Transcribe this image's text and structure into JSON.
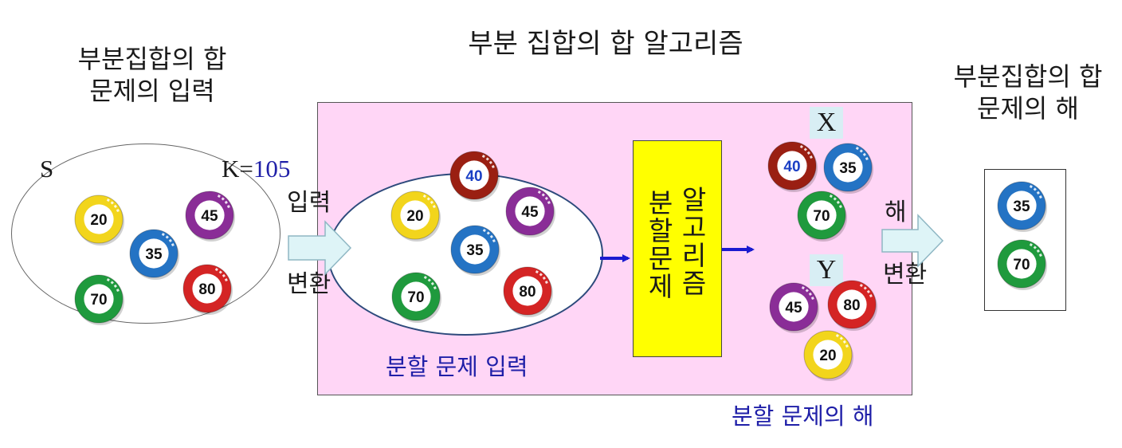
{
  "title": "부분 집합의 합  알고리즘",
  "input_label": [
    "부분집합의 합",
    "문제의 입력"
  ],
  "output_label": [
    "부분집합의 합",
    "문제의 해"
  ],
  "set_label": "S",
  "k_label": "K=",
  "k_value": "105",
  "arrow_in_labels": [
    "입력",
    "변환"
  ],
  "arrow_out_labels": [
    "해",
    "변환"
  ],
  "sub_input_label": "분할 문제 입력",
  "sub_output_label": "분할 문제의 해",
  "algo_label_left": [
    "분",
    "할",
    "문",
    "제"
  ],
  "algo_label_right": [
    "알",
    "고",
    "리",
    "즘"
  ],
  "x_label": "X",
  "y_label": "Y",
  "colors": {
    "yellow": "#f2d51c",
    "blue": "#2473c4",
    "purple": "#8a2d97",
    "green": "#1f9a3d",
    "red": "#d42424",
    "darkred": "#9a1f12",
    "box_pink": "#ffd6f6",
    "algo_yellow": "#ffff00",
    "arrow_fill": "#def4f7",
    "arrow_blue": "#1a1ad0"
  },
  "balls": {
    "input_set": [
      {
        "value": "20",
        "color": "yellow"
      },
      {
        "value": "45",
        "color": "purple"
      },
      {
        "value": "35",
        "color": "blue"
      },
      {
        "value": "70",
        "color": "green"
      },
      {
        "value": "80",
        "color": "red"
      }
    ],
    "sub_input": [
      {
        "value": "40",
        "color": "darkred"
      },
      {
        "value": "20",
        "color": "yellow"
      },
      {
        "value": "45",
        "color": "purple"
      },
      {
        "value": "35",
        "color": "blue"
      },
      {
        "value": "70",
        "color": "green"
      },
      {
        "value": "80",
        "color": "red"
      }
    ],
    "x_set": [
      {
        "value": "40",
        "color": "darkred"
      },
      {
        "value": "35",
        "color": "blue"
      },
      {
        "value": "70",
        "color": "green"
      }
    ],
    "y_set": [
      {
        "value": "45",
        "color": "purple"
      },
      {
        "value": "80",
        "color": "red"
      },
      {
        "value": "20",
        "color": "yellow"
      }
    ],
    "result": [
      {
        "value": "35",
        "color": "blue"
      },
      {
        "value": "70",
        "color": "green"
      }
    ]
  }
}
